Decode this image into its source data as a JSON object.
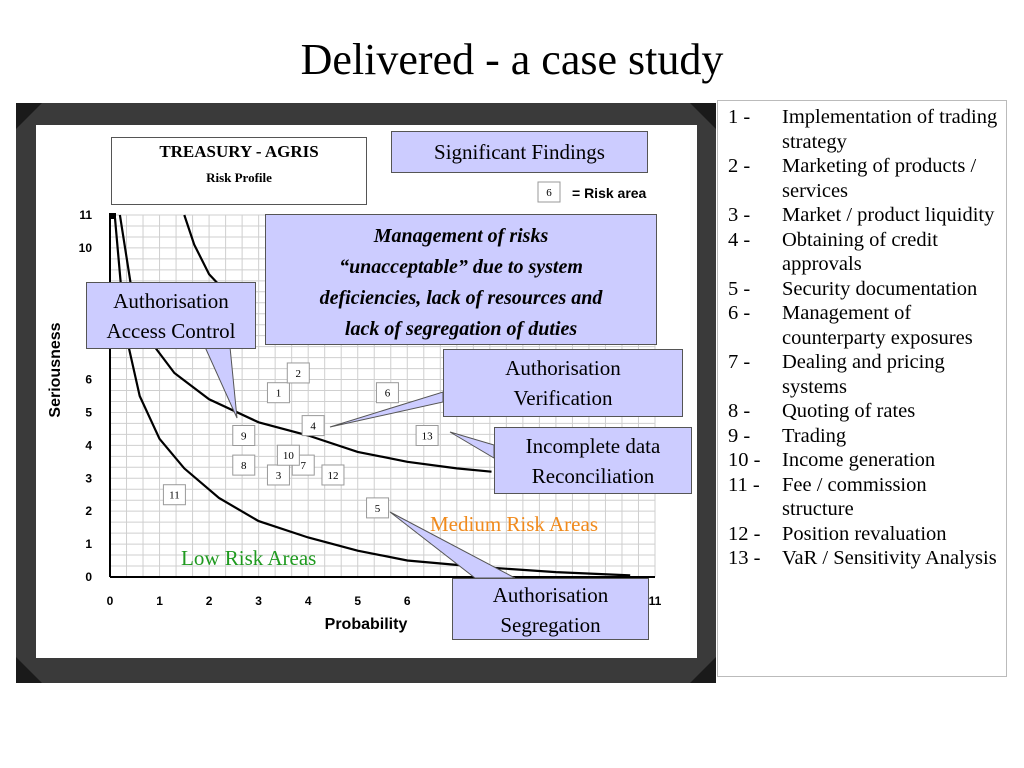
{
  "slide": {
    "title": "Delivered - a case study"
  },
  "profile": {
    "title": "TREASURY - AGRIS",
    "subtitle": "Risk Profile"
  },
  "key": {
    "sample": "6",
    "label": "= Risk area"
  },
  "callouts": {
    "significant": "Significant Findings",
    "management": [
      "Management of risks",
      "“unacceptable” due to system",
      "deficiencies, lack of resources and",
      "lack of segregation of duties"
    ],
    "access": [
      "Authorisation",
      "Access Control"
    ],
    "verification": [
      "Authorisation",
      "Verification"
    ],
    "incomplete": [
      "Incomplete data",
      "Reconciliation"
    ],
    "segregation": [
      "Authorisation",
      "Segregation"
    ]
  },
  "regions": {
    "medium": "Medium Risk Areas",
    "low": "Low Risk Areas"
  },
  "colors": {
    "callout_fill": "#ccccff",
    "medium": "#f08a1c",
    "low": "#1f9a1f",
    "frame": "#3a3a3a"
  },
  "chart_data": {
    "type": "scatter",
    "title": "",
    "xlabel": "Probability",
    "ylabel": "Seriousness",
    "xlim": [
      0,
      11
    ],
    "ylim": [
      0,
      11
    ],
    "xticks": [
      "0",
      "1",
      "2",
      "3",
      "4",
      "5",
      "6",
      "",
      "",
      "",
      "",
      "11"
    ],
    "yticks": [
      "0",
      "1",
      "2",
      "3",
      "4",
      "5",
      "6",
      "",
      "",
      "",
      "10",
      "11"
    ],
    "grid": true,
    "points": [
      {
        "label": "1",
        "x": 3.4,
        "y": 5.6
      },
      {
        "label": "2",
        "x": 3.8,
        "y": 6.2
      },
      {
        "label": "3",
        "x": 3.4,
        "y": 3.1
      },
      {
        "label": "4",
        "x": 4.1,
        "y": 4.6
      },
      {
        "label": "5",
        "x": 5.4,
        "y": 2.1
      },
      {
        "label": "6",
        "x": 5.6,
        "y": 5.6
      },
      {
        "label": "7",
        "x": 3.9,
        "y": 3.4
      },
      {
        "label": "8",
        "x": 2.7,
        "y": 3.4
      },
      {
        "label": "9",
        "x": 2.7,
        "y": 4.3
      },
      {
        "label": "10",
        "x": 3.6,
        "y": 3.7
      },
      {
        "label": "11",
        "x": 1.3,
        "y": 2.5
      },
      {
        "label": "12",
        "x": 4.5,
        "y": 3.1
      },
      {
        "label": "13",
        "x": 6.4,
        "y": 4.3
      }
    ],
    "curves": [
      {
        "name": "",
        "points": [
          [
            0.1,
            10.9
          ],
          [
            0.3,
            7.5
          ],
          [
            0.6,
            5.5
          ],
          [
            1.0,
            4.2
          ],
          [
            1.5,
            3.3
          ],
          [
            2.2,
            2.4
          ],
          [
            3.0,
            1.7
          ],
          [
            4.0,
            1.2
          ],
          [
            5.0,
            0.8
          ],
          [
            6.0,
            0.5
          ],
          [
            7.5,
            0.3
          ],
          [
            9.0,
            0.15
          ],
          [
            10.5,
            0.05
          ]
        ]
      },
      {
        "name": "",
        "points": [
          [
            0.2,
            11.0
          ],
          [
            0.45,
            8.6
          ],
          [
            0.8,
            7.2
          ],
          [
            1.3,
            6.2
          ],
          [
            2.0,
            5.4
          ],
          [
            3.0,
            4.7
          ],
          [
            4.0,
            4.3
          ],
          [
            5.0,
            3.8
          ],
          [
            6.0,
            3.5
          ],
          [
            7.0,
            3.3
          ],
          [
            7.7,
            3.2
          ]
        ]
      },
      {
        "name": "",
        "points": [
          [
            1.5,
            11.0
          ],
          [
            1.7,
            10.1
          ],
          [
            2.0,
            9.2
          ],
          [
            2.5,
            8.4
          ]
        ]
      }
    ]
  },
  "legend": [
    {
      "num": "1 -",
      "text": "Implementation of trading strategy"
    },
    {
      "num": "2 -",
      "text": "Marketing of products / services"
    },
    {
      "num": "3 -",
      "text": "Market / product liquidity"
    },
    {
      "num": "4 -",
      "text": "Obtaining of credit approvals"
    },
    {
      "num": "5 -",
      "text": "Security documentation"
    },
    {
      "num": "6 -",
      "text": "Management of counterparty exposures"
    },
    {
      "num": "7 -",
      "text": "Dealing and pricing systems"
    },
    {
      "num": "8 -",
      "text": "Quoting of rates"
    },
    {
      "num": "9 -",
      "text": "Trading"
    },
    {
      "num": "10 -",
      "text": "Income generation"
    },
    {
      "num": "11 -",
      "text": "Fee / commission structure"
    },
    {
      "num": "12 -",
      "text": "Position revaluation"
    },
    {
      "num": "13 -",
      "text": "VaR / Sensitivity Analysis"
    }
  ]
}
